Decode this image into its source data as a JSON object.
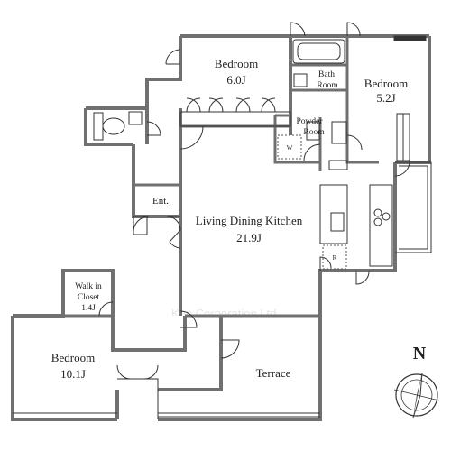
{
  "rooms": {
    "bedroom_top": {
      "name": "Bedroom",
      "size": "6.0J"
    },
    "bath": {
      "line1": "Bath",
      "line2": "Room"
    },
    "bedroom_right": {
      "name": "Bedroom",
      "size": "5.2J"
    },
    "powder": {
      "line1": "Powder",
      "line2": "Room"
    },
    "entrance": {
      "name": "Ent."
    },
    "ldk": {
      "name": "Living Dining Kitchen",
      "size": "21.9J"
    },
    "walkin": {
      "line1": "Walk in",
      "line2": "Closet",
      "size": "1.4J"
    },
    "bedroom_bottom": {
      "name": "Bedroom",
      "size": "10.1J"
    },
    "terrace": {
      "name": "Terrace"
    }
  },
  "markers": {
    "washer": "W",
    "fridge": "R"
  },
  "compass": {
    "letter": "N"
  },
  "watermark": "Ken Corporation Ltd.",
  "colors": {
    "wall": "#707070",
    "wall_dark": "#404040",
    "line": "#333333"
  }
}
